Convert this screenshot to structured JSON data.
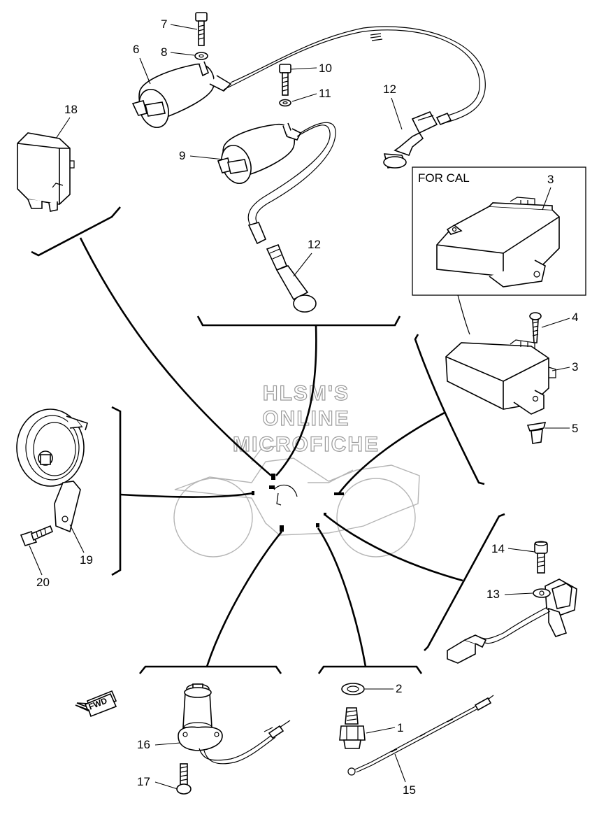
{
  "watermark": {
    "line1": "HLSM'S",
    "line2": "ONLINE",
    "line3": "MICROFICHE"
  },
  "boxes": {
    "cal_box_label": "FOR CAL"
  },
  "fwd_label": "FWD",
  "callouts": {
    "p1": "1",
    "p2": "2",
    "p3a": "3",
    "p3b": "3",
    "p4": "4",
    "p5": "5",
    "p6": "6",
    "p7": "7",
    "p8": "8",
    "p9": "9",
    "p10": "10",
    "p11": "11",
    "p12a": "12",
    "p12b": "12",
    "p13": "13",
    "p14": "14",
    "p15": "15",
    "p16": "16",
    "p17": "17",
    "p18": "18",
    "p19": "19",
    "p20": "20"
  }
}
